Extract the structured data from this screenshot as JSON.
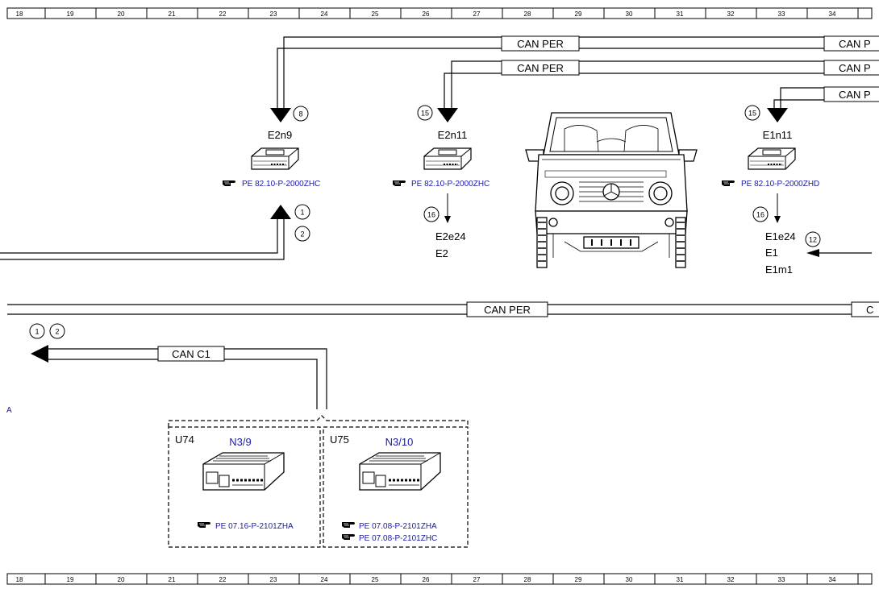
{
  "ruler": [
    "18",
    "19",
    "20",
    "21",
    "22",
    "23",
    "24",
    "25",
    "26",
    "27",
    "28",
    "29",
    "30",
    "31",
    "32",
    "33",
    "34"
  ],
  "buses": {
    "can_per": "CAN PER",
    "can_per_cut1": "CAN P",
    "can_per_cut2": "C",
    "can_c1": "CAN C1"
  },
  "modules": {
    "e2n9": {
      "label": "E2n9",
      "badge": "8",
      "ref": "PE 82.10-P-2000ZHC"
    },
    "e2n11": {
      "label": "E2n11",
      "badge": "15",
      "ref": "PE 82.10-P-2000ZHC",
      "out_badge": "16",
      "out1": "E2e24",
      "out2": "E2"
    },
    "e1n11": {
      "label": "E1n11",
      "badge": "15",
      "ref": "PE 82.10-P-2000ZHD",
      "out_badge": "16",
      "out1": "E1e24",
      "out2": "E1",
      "out3": "E1m1",
      "in_badge": "12"
    }
  },
  "badges": {
    "a1": "1",
    "a2": "2",
    "b1": "1",
    "b2": "2"
  },
  "side_letter": "A",
  "units": {
    "u74": {
      "id": "U74",
      "name": "N3/9",
      "ref1": "PE 07.16-P-2101ZHA"
    },
    "u75": {
      "id": "U75",
      "name": "N3/10",
      "ref1": "PE 07.08-P-2101ZHA",
      "ref2": "PE 07.08-P-2101ZHC"
    }
  },
  "colors": {
    "ref_link": "#1a1aa8",
    "line": "#000000"
  }
}
